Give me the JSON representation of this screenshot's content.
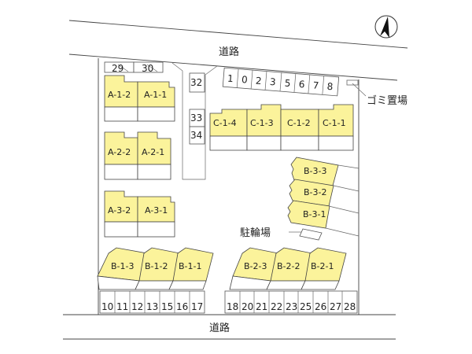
{
  "compass": {
    "icon": "north-arrow-icon"
  },
  "roads": {
    "top_label": "道路",
    "bottom_label": "道路"
  },
  "facilities": {
    "garbage_label": "ゴミ置場",
    "bicycle_label": "駐輪場"
  },
  "colors": {
    "building_fill": "#fbf39b",
    "outline": "#444444",
    "background": "#ffffff"
  },
  "buildings": {
    "A": [
      "A-1-2",
      "A-1-1",
      "A-2-2",
      "A-2-1",
      "A-3-2",
      "A-3-1"
    ],
    "C": [
      "C-1-4",
      "C-1-3",
      "C-1-2",
      "C-1-1"
    ],
    "B3": [
      "B-3-3",
      "B-3-2",
      "B-3-1"
    ],
    "B1": [
      "B-1-3",
      "B-1-2",
      "B-1-1"
    ],
    "B2": [
      "B-2-3",
      "B-2-2",
      "B-2-1"
    ]
  },
  "parking": {
    "top_left": [
      "29",
      "30"
    ],
    "middle_column": [
      "32",
      "33",
      "34"
    ],
    "top_row": [
      "1",
      "0",
      "2",
      "3",
      "5",
      "6",
      "7",
      "8"
    ],
    "bottom_left": [
      "10",
      "11",
      "12",
      "13",
      "15",
      "16",
      "17"
    ],
    "bottom_right": [
      "18",
      "20",
      "21",
      "22",
      "23",
      "25",
      "26",
      "27",
      "28"
    ]
  }
}
